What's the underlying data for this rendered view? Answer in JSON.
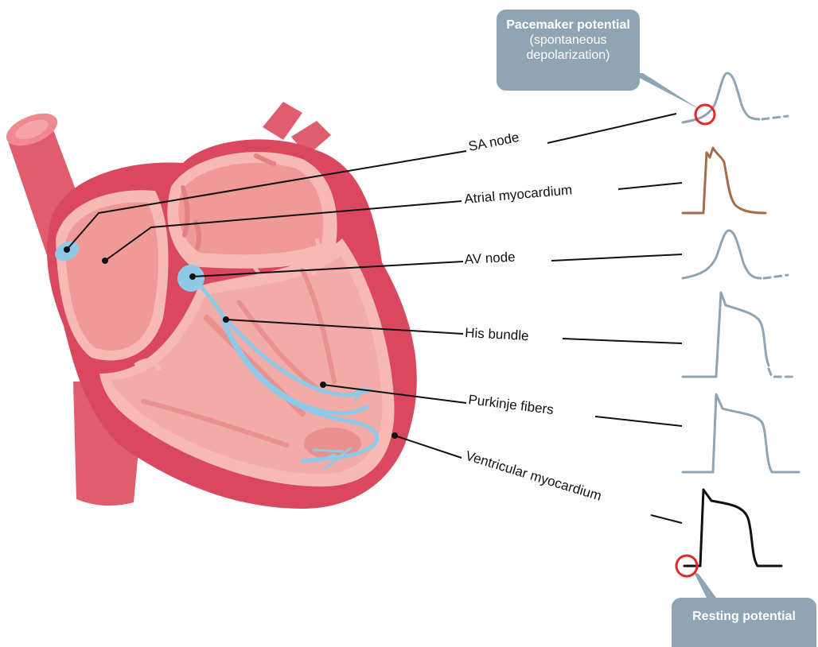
{
  "callouts": {
    "pacemaker": {
      "title": "Pacemaker potential",
      "subtitle": "(spontaneous depolarization)"
    },
    "resting": {
      "title": "Resting potential"
    }
  },
  "labels": {
    "sa_node": "SA node",
    "atrial_myocardium": "Atrial myocardium",
    "av_node": "AV node",
    "his_bundle": "His bundle",
    "purkinje_fibers": "Purkinje fibers",
    "ventricular_myocardium": "Ventricular myocardium"
  },
  "colors": {
    "heart_outer": "#d9485f",
    "heart_mid": "#ef8a8f",
    "heart_light": "#f6b9b3",
    "conduction": "#8ec9e8",
    "trace_blue": "#8fa5b3",
    "trace_brown": "#a66c48",
    "trace_black": "#111111",
    "highlight_ring": "#e02a2a",
    "callout_bg": "#8fa5b3"
  }
}
